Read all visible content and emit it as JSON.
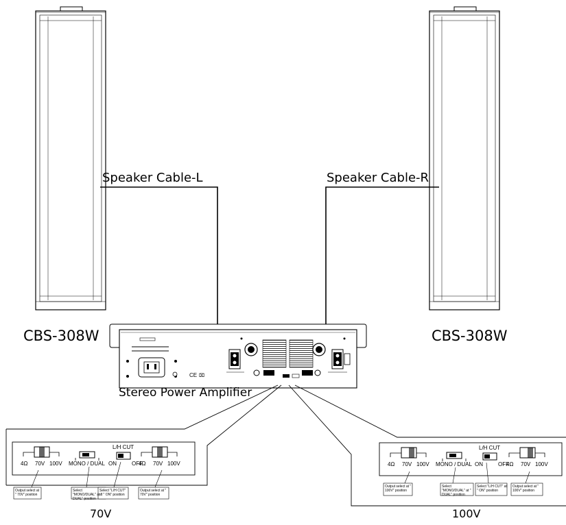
{
  "speakers": {
    "left_model": "CBS-308W",
    "right_model": "CBS-308W"
  },
  "cables": {
    "left": "Speaker Cable-L",
    "right": "Speaker Cable-R"
  },
  "amplifier": {
    "label": "Stereo Power Amplifier"
  },
  "panel_70v": {
    "caption": "70V",
    "output_labels": [
      "4Ω",
      "70V",
      "100V"
    ],
    "output_labels_2": [
      "4Ω",
      "70V",
      "100V"
    ],
    "mode_switch": "MONO / DUAL",
    "cut_title": "L/H CUT",
    "cut_on": "ON",
    "cut_off": "OFF",
    "note_output": "Output select at \" 70V\" position",
    "note_mode": "Select \"MONO/DUAL\" at \" DUAL\" position",
    "note_cut": "Select \"L/H CUT\" at \" ON\" position",
    "note_output_2": "Output select at \" 70V\" position"
  },
  "panel_100v": {
    "caption": "100V",
    "output_labels": [
      "4Ω",
      "70V",
      "100V"
    ],
    "output_labels_2": [
      "4Ω",
      "70V",
      "100V"
    ],
    "mode_switch": "MONO / DUAL",
    "cut_title": "L/H CUT",
    "cut_on": "ON",
    "cut_off": "OFF",
    "note_output": "Output select at \" 100V\" position",
    "note_mode": "Select \"MONO/DUAL\" at \" DUAL\" position",
    "note_cut": "Select \"L/H CUT\" at \" ON\" position",
    "note_output_2": "Output select at \" 100V\" position"
  }
}
